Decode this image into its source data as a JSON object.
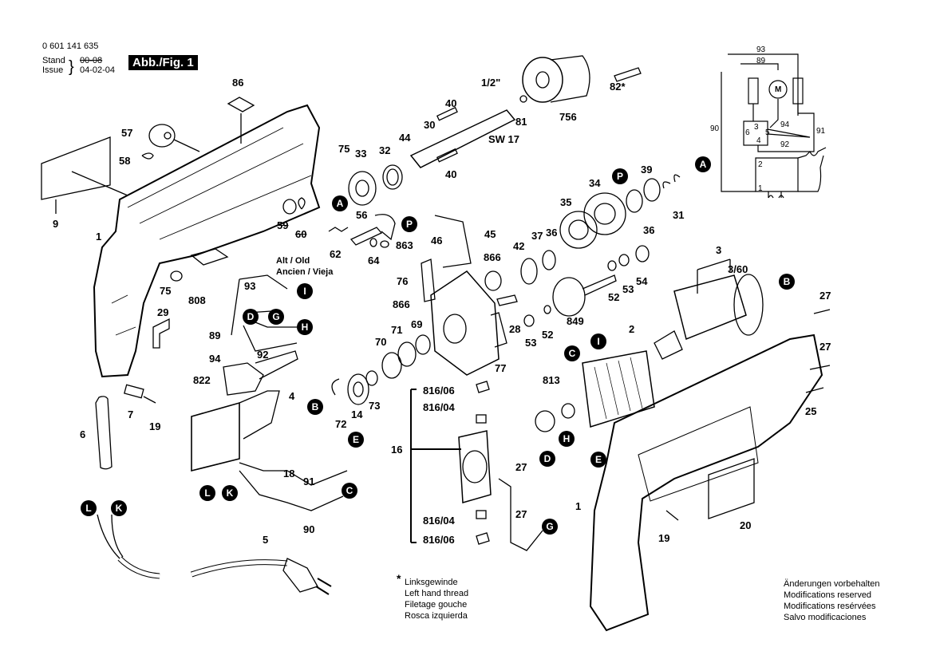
{
  "header": {
    "part_number": "0 601 141 635",
    "stand_label": "Stand",
    "issue_label": "Issue",
    "stand_value_crossed": "00-08",
    "issue_value": "04-02-04",
    "figure_label": "Abb./Fig. 1"
  },
  "callouts": [
    {
      "id": "86",
      "text": "86"
    },
    {
      "id": "57",
      "text": "57"
    },
    {
      "id": "58",
      "text": "58"
    },
    {
      "id": "9",
      "text": "9"
    },
    {
      "id": "1a",
      "text": "1"
    },
    {
      "id": "75a",
      "text": "75"
    },
    {
      "id": "808",
      "text": "808"
    },
    {
      "id": "29",
      "text": "29"
    },
    {
      "id": "93",
      "text": "93"
    },
    {
      "id": "89",
      "text": "89"
    },
    {
      "id": "94",
      "text": "94"
    },
    {
      "id": "92",
      "text": "92"
    },
    {
      "id": "822",
      "text": "822"
    },
    {
      "id": "4",
      "text": "4"
    },
    {
      "id": "7",
      "text": "7"
    },
    {
      "id": "19a",
      "text": "19"
    },
    {
      "id": "6",
      "text": "6"
    },
    {
      "id": "18",
      "text": "18"
    },
    {
      "id": "91",
      "text": "91"
    },
    {
      "id": "90",
      "text": "90"
    },
    {
      "id": "5",
      "text": "5"
    },
    {
      "id": "75b",
      "text": "75"
    },
    {
      "id": "33",
      "text": "33"
    },
    {
      "id": "32",
      "text": "32"
    },
    {
      "id": "44",
      "text": "44"
    },
    {
      "id": "30",
      "text": "30"
    },
    {
      "id": "40a",
      "text": "40"
    },
    {
      "id": "40b",
      "text": "40"
    },
    {
      "id": "half",
      "text": "1/2\""
    },
    {
      "id": "sw17",
      "text": "SW 17"
    },
    {
      "id": "81",
      "text": "81"
    },
    {
      "id": "756",
      "text": "756"
    },
    {
      "id": "82",
      "text": "82*"
    },
    {
      "id": "59",
      "text": "59"
    },
    {
      "id": "60",
      "text": "60"
    },
    {
      "id": "62",
      "text": "62"
    },
    {
      "id": "56",
      "text": "56"
    },
    {
      "id": "64",
      "text": "64"
    },
    {
      "id": "863",
      "text": "863"
    },
    {
      "id": "46",
      "text": "46"
    },
    {
      "id": "45",
      "text": "45"
    },
    {
      "id": "76",
      "text": "76"
    },
    {
      "id": "866a",
      "text": "866"
    },
    {
      "id": "866b",
      "text": "866"
    },
    {
      "id": "42",
      "text": "42"
    },
    {
      "id": "37",
      "text": "37"
    },
    {
      "id": "36a",
      "text": "36"
    },
    {
      "id": "35",
      "text": "35"
    },
    {
      "id": "34",
      "text": "34"
    },
    {
      "id": "39",
      "text": "39"
    },
    {
      "id": "36b",
      "text": "36"
    },
    {
      "id": "31",
      "text": "31"
    },
    {
      "id": "28",
      "text": "28"
    },
    {
      "id": "77",
      "text": "77"
    },
    {
      "id": "69",
      "text": "69"
    },
    {
      "id": "71",
      "text": "71"
    },
    {
      "id": "70",
      "text": "70"
    },
    {
      "id": "73",
      "text": "73"
    },
    {
      "id": "14",
      "text": "14"
    },
    {
      "id": "72",
      "text": "72"
    },
    {
      "id": "53a",
      "text": "53"
    },
    {
      "id": "52a",
      "text": "52"
    },
    {
      "id": "849",
      "text": "849"
    },
    {
      "id": "52b",
      "text": "52"
    },
    {
      "id": "53b",
      "text": "53"
    },
    {
      "id": "54",
      "text": "54"
    },
    {
      "id": "3",
      "text": "3"
    },
    {
      "id": "360",
      "text": "3/60"
    },
    {
      "id": "2",
      "text": "2"
    },
    {
      "id": "813",
      "text": "813"
    },
    {
      "id": "27a",
      "text": "27"
    },
    {
      "id": "27b",
      "text": "27"
    },
    {
      "id": "25",
      "text": "25"
    },
    {
      "id": "16",
      "text": "16"
    },
    {
      "id": "81606a",
      "text": "816/06"
    },
    {
      "id": "81604a",
      "text": "816/04"
    },
    {
      "id": "81604b",
      "text": "816/04"
    },
    {
      "id": "81606b",
      "text": "816/06"
    },
    {
      "id": "27c",
      "text": "27"
    },
    {
      "id": "27d",
      "text": "27"
    },
    {
      "id": "1b",
      "text": "1"
    },
    {
      "id": "20",
      "text": "20"
    },
    {
      "id": "19b",
      "text": "19"
    }
  ],
  "old_parts_note": {
    "line1": "Alt / Old",
    "line2": "Ancien / Vieja"
  },
  "connectors": {
    "A": "A",
    "B": "B",
    "C": "C",
    "D": "D",
    "E": "E",
    "G": "G",
    "H": "H",
    "I": "I",
    "K": "K",
    "L": "L",
    "P": "P"
  },
  "wiring_diagram": {
    "wires": [
      "93",
      "89",
      "90",
      "91",
      "92",
      "94"
    ],
    "motor": "M",
    "terminals": [
      "3",
      "6",
      "5",
      "4",
      "2",
      "1"
    ]
  },
  "footnote": {
    "marker": "*",
    "lines": [
      "Linksgewinde",
      "Left hand thread",
      "Filetage gouche",
      "Rosca izquierda"
    ]
  },
  "disclaimer": {
    "lines": [
      "Änderungen vorbehalten",
      "Modifications reserved",
      "Modifications resérvées",
      "Salvo modificaciones"
    ]
  }
}
